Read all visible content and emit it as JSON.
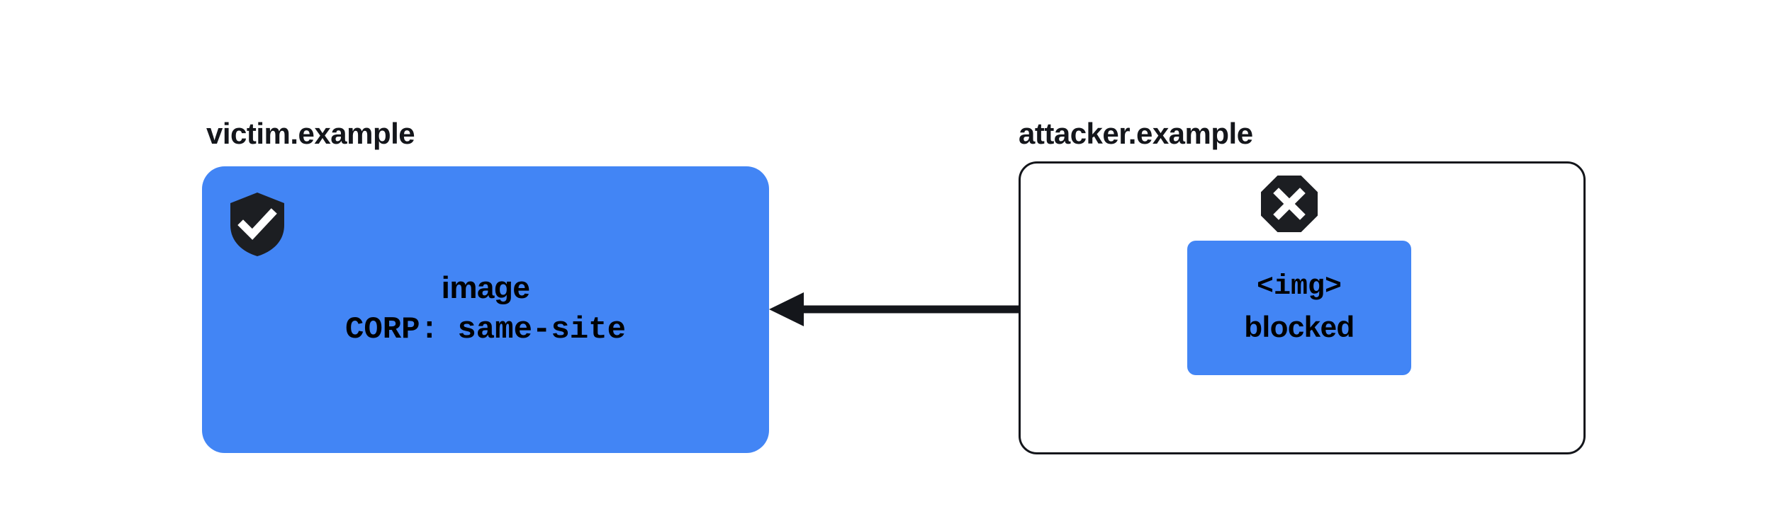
{
  "diagram": {
    "title_semantics": "CORP same-site blocks cross-origin subresource embedding",
    "background_color": "#ffffff",
    "accent_color": "#4285f5",
    "ink_color": "#14161b"
  },
  "victim": {
    "origin_label": "victim.example",
    "badge_icon": "shield-check-icon",
    "resource_name": "image",
    "resource_header": "CORP: same-site",
    "box_color": "#4285f5"
  },
  "attacker": {
    "origin_label": "attacker.example",
    "status_icon": "octagon-x-icon",
    "element_tag": "<img>",
    "element_status": "blocked",
    "box_color": "#4285f5",
    "container_border_color": "#14161b"
  },
  "arrow": {
    "direction": "right-to-left",
    "color": "#14161b",
    "label": ""
  }
}
